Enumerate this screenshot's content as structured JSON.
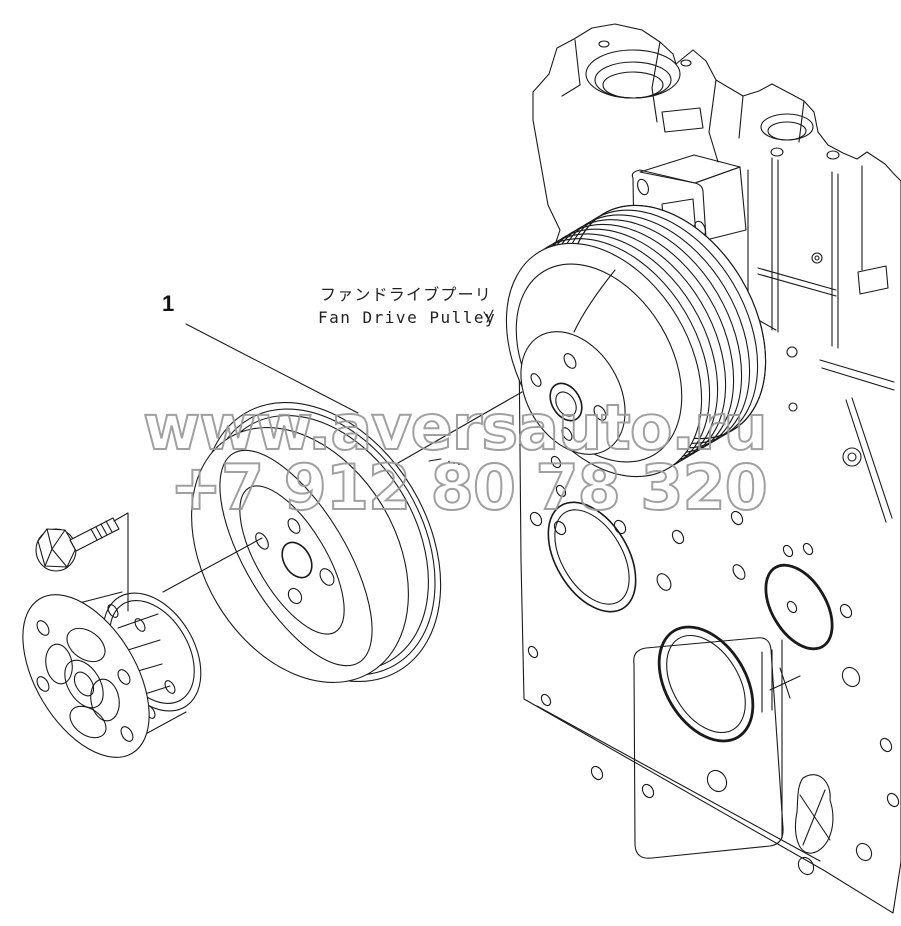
{
  "diagram": {
    "part_number_label": "1",
    "part_label_jp": "ファンドライブプーリ",
    "part_label_en": "Fan Drive Pulley"
  },
  "watermark": {
    "line1": "www.aversauto.ru",
    "line2": "+7 912 80 78 320",
    "color": "#999999"
  },
  "canvas": {
    "background": "#ffffff",
    "line_color": "#1a1a1a"
  }
}
